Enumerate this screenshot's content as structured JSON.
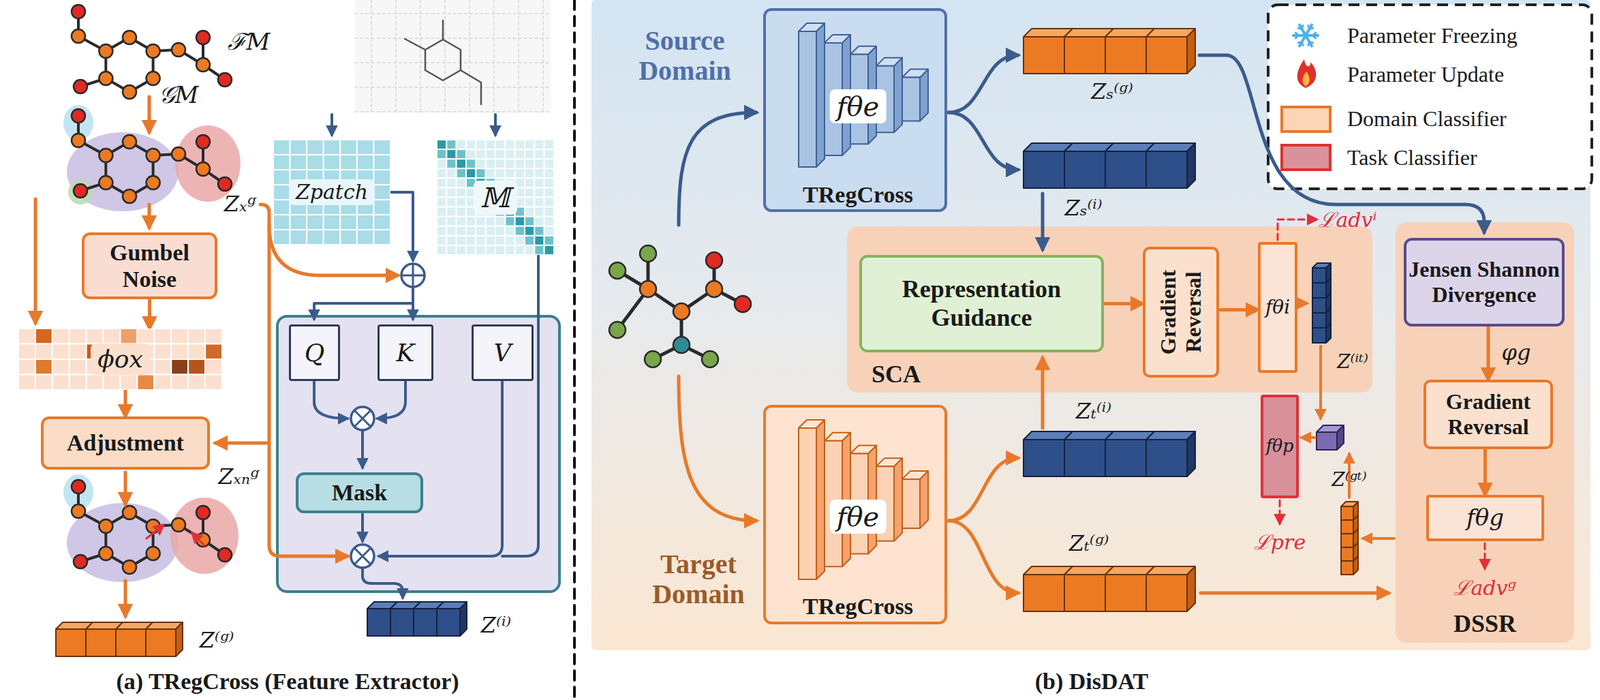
{
  "diagram": {
    "nodes": [
      {
        "text": [
          "Gumbel Noise"
        ]
      },
      {
        "text": [
          "ϕox"
        ]
      },
      {
        "text": [
          "Adjustment"
        ]
      },
      {
        "text": [
          "Zpatch"
        ]
      },
      {
        "text": [
          "𝕄"
        ]
      },
      {
        "text": [
          "Q"
        ]
      },
      {
        "text": [
          "K"
        ]
      },
      {
        "text": [
          "V"
        ]
      },
      {
        "text": [
          "Mask"
        ]
      },
      {
        "text": [
          "fθe",
          "TRegCross"
        ]
      },
      {
        "text": [
          "SCA"
        ]
      },
      {
        "text": [
          "Representation Guidance"
        ],
        "in": 10
      },
      {
        "text": [
          "Gradient Reversal"
        ],
        "in": 10
      },
      {
        "text": [
          "fθi"
        ],
        "in": 10
      },
      {
        "text": [
          "fθp"
        ]
      },
      {
        "text": [
          "DSSR"
        ]
      },
      {
        "text": [
          "Jensen Shannon Divergence"
        ],
        "in": 15
      },
      {
        "text": [
          "Gradient Reversal"
        ],
        "in": 15
      },
      {
        "text": [
          "fθg"
        ],
        "in": 15
      },
      {
        "text": [
          "fθe",
          "TRegCross"
        ]
      }
    ],
    "edges": [
      {
        "from": 0,
        "to": 1,
        "arrow": "to"
      },
      {
        "from": 1,
        "to": 2,
        "arrow": "to"
      },
      {
        "from": 11,
        "to": 12,
        "arrow": "to"
      },
      {
        "from": 12,
        "to": 13,
        "arrow": "to"
      },
      {
        "from": 16,
        "to": 17,
        "arrow": "to"
      },
      {
        "from": 17,
        "to": 18,
        "arrow": "to"
      }
    ],
    "labels": [
      "𝒢M",
      "ℱM",
      "Zₓᵍ",
      "Zₓₙᵍ",
      "Z⁽ᵍ⁾",
      "Z⁽ⁱ⁾",
      "(a) TRegCross (Feature Extractor)",
      "Source Domain",
      "Target Domain",
      "Zₛ⁽ᵍ⁾",
      "Zₛ⁽ⁱ⁾",
      "ℒadvⁱ",
      "Z⁽ⁱᵗ⁾",
      "Zₜ⁽ⁱ⁾",
      "φg",
      "Z⁽ᵍᵗ⁾",
      "ℒpre",
      "Zₜ⁽ᵍ⁾",
      "ℒadvᵍ",
      "(b) DisDAT"
    ],
    "legend": [
      {
        "text": "Parameter Freezing"
      },
      {
        "text": "Parameter Update"
      },
      {
        "text": "Domain Classifier",
        "color": "#fbd5b5"
      },
      {
        "text": "Task Classifier",
        "color": "#d9919a"
      }
    ]
  }
}
